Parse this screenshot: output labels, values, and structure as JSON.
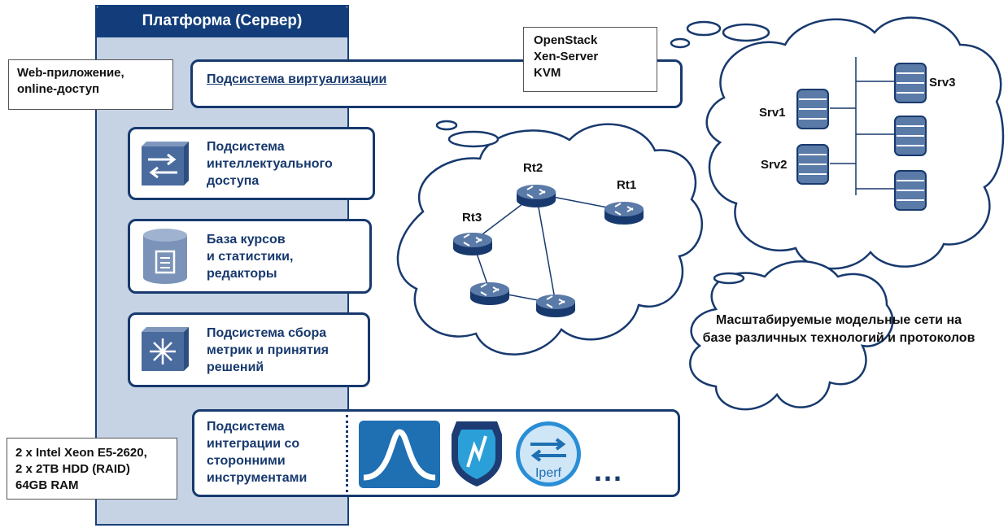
{
  "platform": {
    "title": "Платформа (Сервер)"
  },
  "notes": {
    "web": [
      "Web-приложение,",
      "online-доступ"
    ],
    "hardware": [
      "2 x Intel Xeon E5-2620,",
      "2 x 2TB HDD (RAID)",
      "64GB RAM"
    ],
    "virt_tech": [
      "OpenStack",
      "Xen-Server",
      "KVM"
    ]
  },
  "subsystems": {
    "virtualization": "Подсистема виртуализации",
    "access": [
      "Подсистема",
      "интеллектуального",
      "доступа"
    ],
    "courses": [
      "База курсов",
      "и статистики,",
      "редакторы"
    ],
    "metrics": [
      "Подсистема сбора",
      "метрик и принятия",
      "решений"
    ],
    "integration": [
      "Подсистема",
      "интеграции со",
      "сторонними",
      "инструментами"
    ],
    "integration_more": "...",
    "integration_tool_label": "Iperf"
  },
  "network": {
    "routers": [
      "Rt1",
      "Rt2",
      "Rt3"
    ],
    "servers": [
      "Srv1",
      "Srv2",
      "Srv3"
    ],
    "caption": [
      "Масштабируемые модельные сети на",
      "базе различных технологий и протоколов"
    ]
  },
  "colors": {
    "navy": "#17396e",
    "platform_fill": "#c5d3e4",
    "header": "#123d7a",
    "device": "#5a7aa8"
  }
}
